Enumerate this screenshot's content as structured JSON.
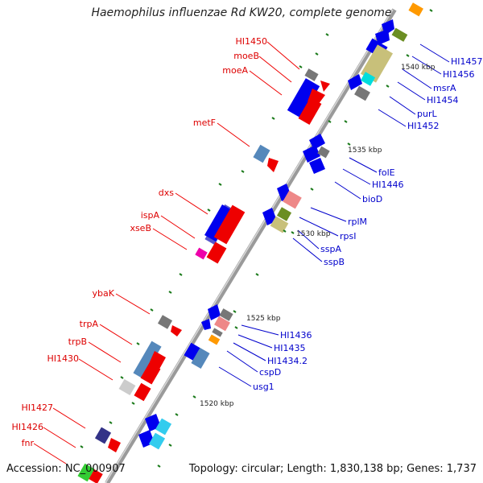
{
  "title": "Haemophilus influenzae Rd KW20, complete genome",
  "accession": "Accession: NC_000907",
  "summary": "Topology: circular; Length: 1,830,138 bp; Genes: 1,737",
  "colors": {
    "backbone": "#999999",
    "tick": "#1a7a1a",
    "left_label": "#dd0000",
    "right_label": "#0000cc",
    "scale_label": "#222222"
  },
  "scale_labels": [
    "1540 kbp",
    "1535 kbp",
    "1530 kbp",
    "1525 kbp",
    "1520 kbp"
  ],
  "left_labels": [
    "HI1450",
    "moeB",
    "moeA",
    "metF",
    "dxs",
    "ispA",
    "xseB",
    "ybaK",
    "trpA",
    "trpB",
    "HI1430",
    "HI1427",
    "HI1426",
    "fnr"
  ],
  "right_labels": [
    "HI1457",
    "HI1456",
    "msrA",
    "HI1454",
    "purL",
    "HI1452",
    "folE",
    "HI1446",
    "bioD",
    "rplM",
    "rpsI",
    "sspA",
    "sspB",
    "HI1436",
    "HI1435",
    "HI1434.2",
    "cspD",
    "usg1"
  ]
}
